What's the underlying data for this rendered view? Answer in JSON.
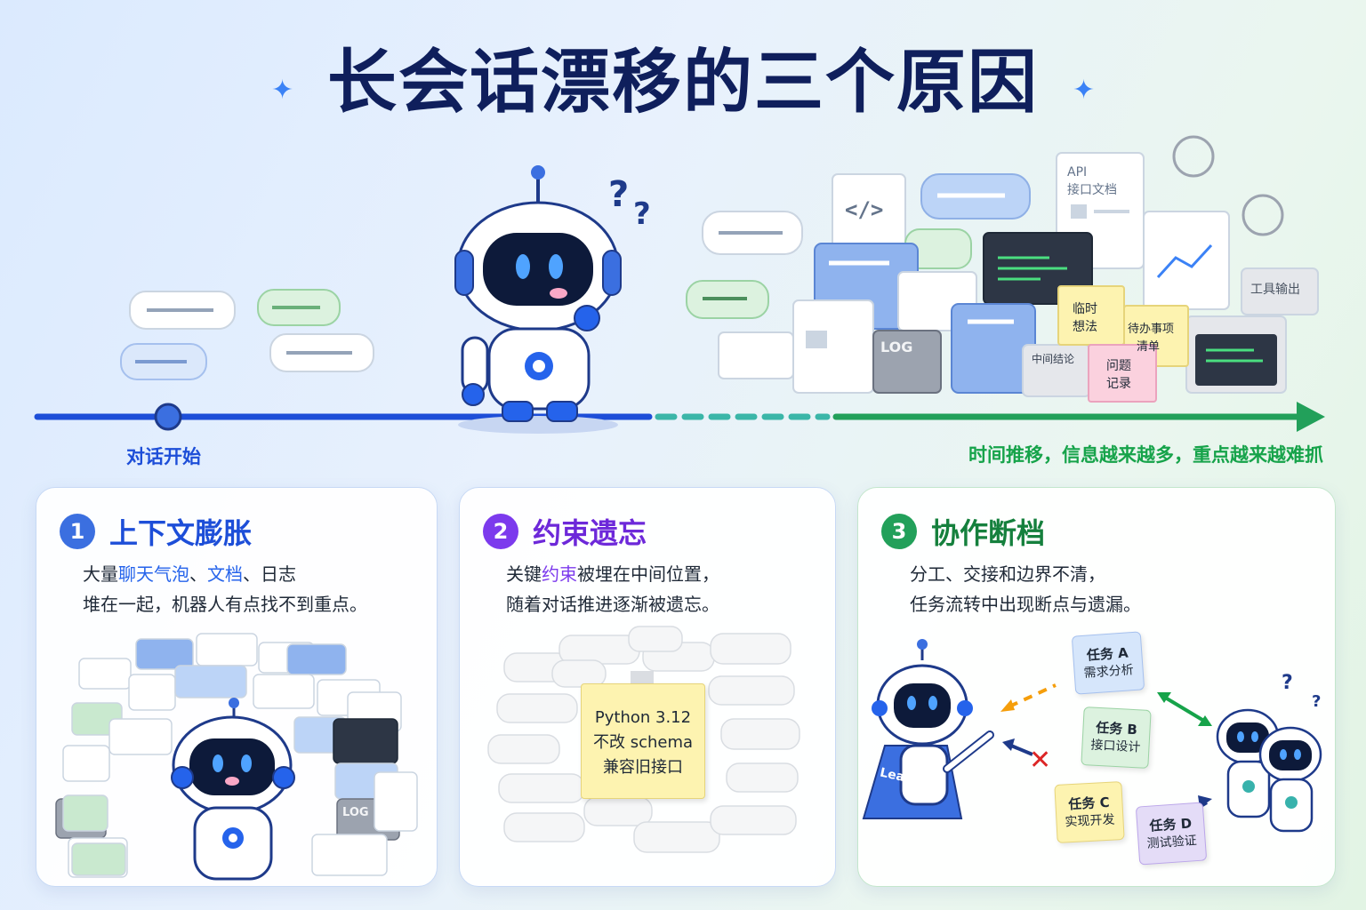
{
  "header": {
    "title": "长会话漂移的三个原因"
  },
  "timeline": {
    "start_label": "对话开始",
    "end_label": "时间推移，信息越来越多，重点越来越难抓"
  },
  "clutter": {
    "api_doc_line1": "API",
    "api_doc_line2": "接口文档",
    "code_symbol": "</>",
    "log_label": "LOG",
    "tool_output": "工具输出",
    "note_temp_line1": "临时",
    "note_temp_line2": "想法",
    "note_todo_line1": "待办事项",
    "note_todo_line2": "清单",
    "note_issue_line1": "问题",
    "note_issue_line2": "记录",
    "note_mid": "中间结论"
  },
  "cards": [
    {
      "number": "1",
      "title": "上下文膨胀",
      "desc_prefix": "大量",
      "desc_hl1": "聊天气泡",
      "desc_sep1": "、",
      "desc_hl2": "文档",
      "desc_rest": "、日志",
      "desc_line2": "堆在一起，机器人有点找不到重点。",
      "log_label": "LOG"
    },
    {
      "number": "2",
      "title": "约束遗忘",
      "desc_prefix": "关键",
      "desc_hl": "约束",
      "desc_rest": "被埋在中间位置，",
      "desc_line2": "随着对话推进逐渐被遗忘。",
      "note_line1": "Python 3.12",
      "note_line2": "不改 schema",
      "note_line3": "兼容旧接口"
    },
    {
      "number": "3",
      "title": "协作断档",
      "desc_line1": "分工、交接和边界不清，",
      "desc_line2": "任务流转中出现断点与遗漏。",
      "leader_label": "Leader",
      "tasks": [
        {
          "name": "任务 A",
          "desc": "需求分析"
        },
        {
          "name": "任务 B",
          "desc": "接口设计"
        },
        {
          "name": "任务 C",
          "desc": "实现开发"
        },
        {
          "name": "任务 D",
          "desc": "测试验证"
        }
      ]
    }
  ],
  "colors": {
    "title": "#0f1f5c",
    "blue": "#2563eb",
    "purple": "#7c3aed",
    "green": "#16a34a",
    "note_yellow": "#fdf3b0"
  }
}
